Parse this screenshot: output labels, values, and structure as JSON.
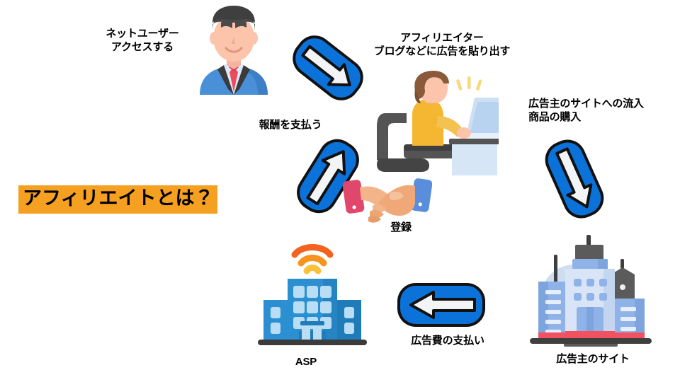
{
  "page": {
    "title_highlight": "アフィリエイトとは？",
    "background_color": "#ffffff",
    "highlight_color": "#f5a021",
    "arrow_color": "#0b72d9",
    "arrow_outline_color": "#111111",
    "arrow_inner_color": "#f2f4f6",
    "text_color": "#000000"
  },
  "labels": {
    "net_user": "ネットユーザー\nアクセスする",
    "affiliator": "アフィリエイター\nブログなどに広告を貼り出す",
    "advertiser_inflow": "広告主のサイトへの流入\n商品の購入",
    "reward_payment": "報酬を支払う",
    "registration": "登録",
    "ad_fee_payment": "広告費の支払い",
    "asp": "ASP",
    "advertiser_site": "広告主のサイト"
  },
  "icons": {
    "net_user": "businessman-avatar-icon",
    "affiliator": "person-at-laptop-icon",
    "handshake": "handshake-icon",
    "asp_building": "office-building-wifi-icon",
    "advertiser_building": "city-buildings-icon",
    "arrow_user_to_affiliate": "arrow-down-right-icon",
    "arrow_reward": "arrow-up-right-icon",
    "arrow_to_advertiser": "arrow-down-right-icon",
    "arrow_ad_fee": "arrow-left-icon"
  },
  "colors": {
    "user_suit": "#4a90d9",
    "user_hair": "#4a4a4a",
    "user_skin": "#fbc4ab",
    "user_tie": "#ef4a5b",
    "blogger_shirt": "#f5b731",
    "blogger_hair": "#8a5a3b",
    "blogger_chair": "#545454",
    "desk": "#d6e6f7",
    "asp_building_body": "#2b8fd1",
    "asp_building_dark": "#1f7cb8",
    "asp_window": "#b8ddf5",
    "wifi_arc_1": "#f4621f",
    "wifi_arc_2": "#f79420",
    "wifi_arc_3": "#f7c13e",
    "advertiser_building_light": "#d9e5f7",
    "advertiser_building_mid": "#8fb3e8",
    "advertiser_building_dark": "#5b5b5b",
    "advertiser_accent_red": "#f2515f",
    "handshake_sleeve_left": "#e0476b",
    "handshake_sleeve_right": "#5b8ddd",
    "handshake_skin": "#f0a878"
  }
}
